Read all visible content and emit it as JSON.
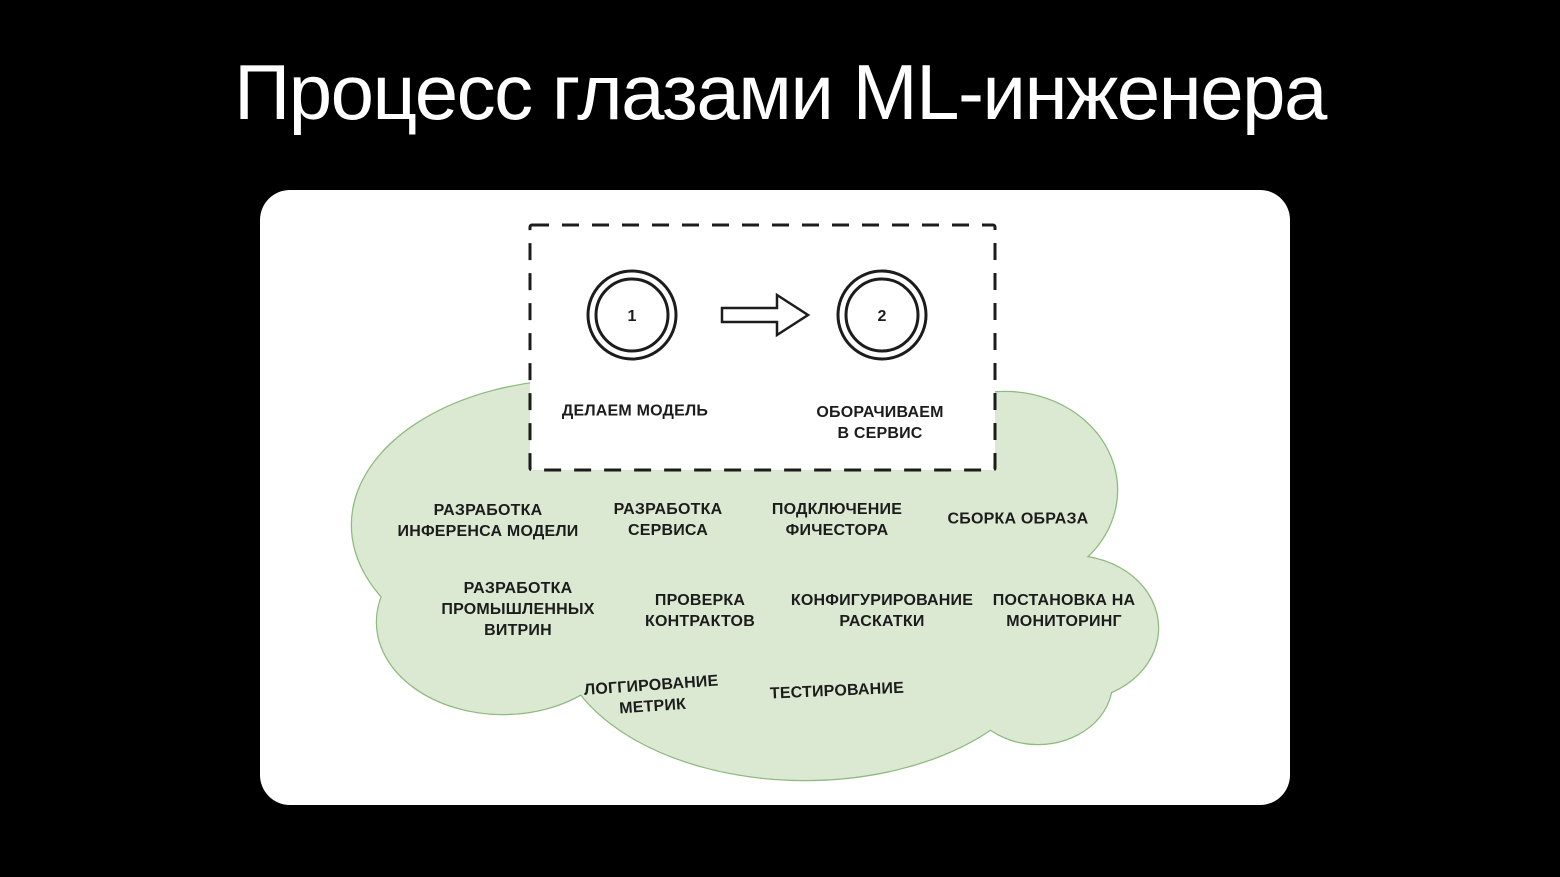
{
  "slide": {
    "title": "Процесс глазами ML-инженера"
  },
  "colors": {
    "background": "#000000",
    "title-color": "#ffffff",
    "card-bg": "#ffffff",
    "cloud-fill": "#dbe9d3",
    "cloud-stroke": "#8eba7e",
    "ink": "#1c1c1c"
  },
  "flow": {
    "steps": [
      {
        "number": "1",
        "label": "ДЕЛАЕМ МОДЕЛЬ"
      },
      {
        "number": "2",
        "label": "ОБОРАЧИВАЕМ\nВ СЕРВИС"
      }
    ]
  },
  "cloud_tasks": [
    {
      "label": "РАЗРАБОТКА\nИНФЕРЕНСА МОДЕЛИ"
    },
    {
      "label": "РАЗРАБОТКА\nСЕРВИСА"
    },
    {
      "label": "ПОДКЛЮЧЕНИЕ\nФИЧЕСТОРА"
    },
    {
      "label": "СБОРКА ОБРАЗА"
    },
    {
      "label": "РАЗРАБОТКА\nПРОМЫШЛЕННЫХ\nВИТРИН"
    },
    {
      "label": "ПРОВЕРКА\nКОНТРАКТОВ"
    },
    {
      "label": "КОНФИГУРИРОВАНИЕ\nРАСКАТКИ"
    },
    {
      "label": "ПОСТАНОВКА НА\nМОНИТОРИНГ"
    },
    {
      "label": "ЛОГГИРОВАНИЕ\nМЕТРИК"
    },
    {
      "label": "ТЕСТИРОВАНИЕ"
    }
  ]
}
